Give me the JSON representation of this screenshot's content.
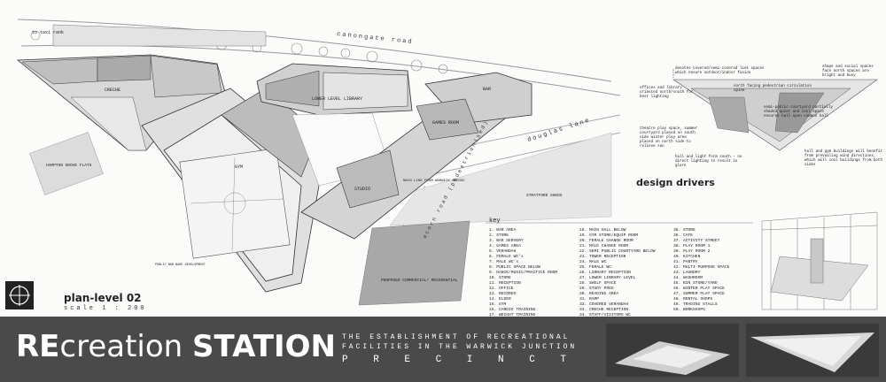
{
  "roads": {
    "canongate": "canongate road",
    "douglas": "douglas lane",
    "acorn": "acorn road (pedestrianised)"
  },
  "plan_labels": {
    "to_taxi_rank": "to taxi rank",
    "hampton_grove": "HAMPTON GROVE FLATS",
    "gym": "GYM",
    "lower_library": "LOWER LEVEL LIBRARY",
    "bar": "BAR",
    "games_room": "GAMES ROOM",
    "studio": "STUDIO",
    "creche": "CRECHE",
    "stratford": "STRATFORD SHEDS",
    "proposed": "PROPOSED COMMERCIAL/ RESIDENTIAL",
    "main_link": "MAIN LINK FROM WARWICK AVENUE",
    "public_bar": "PUBLIC BAR BASE DEVELOPMENT"
  },
  "plan": {
    "title": "plan-level 02",
    "scale": "scale 1 : 200"
  },
  "design_drivers": {
    "title": "design drivers",
    "notes": [
      "denotes covered/semi-covered link spaces which ensure outdoor/indoor fusion",
      "offices and library oriented north/south for best lighting",
      "theatre play space, summer courtyard placed on south side winter play area placed on north side to relieve sun",
      "semi-public courtyard partially shaded quiet and cool space ensures hall open common hall",
      "hall and light form south - no direct lighting to result in glare",
      "shape and social spaces face north spaces are bright and busy",
      "hall and gym buildings will benefit from prevailing wind directions, which will cool buildings from both sides",
      "north facing pedestrian circulation spine"
    ]
  },
  "key": {
    "title": "key",
    "col1": [
      "1. BAR AREA",
      "2. STORE",
      "3. BAR SERVERY",
      "4. GAMES AREA",
      "5. VERANDAH",
      "6. FEMALE WC's",
      "7. MALE WC's",
      "8. PUBLIC SPACE BELOW",
      "9. DANCE/MUSIC/PRACTICE ROOM",
      "10. STORE",
      "11. RECEPTION",
      "12. OFFICE",
      "13. RECORDS",
      "14. ELDER",
      "15. GYM",
      "16. CARDIO TRAINING",
      "17. WEIGHT TRAINING"
    ],
    "col2": [
      "18. MAIN HALL BELOW",
      "19. GYM STORE/EQUIP ROOM",
      "20. FEMALE CHANGE ROOM",
      "21. MALE CHANGE ROOM",
      "22. SEMI PUBLIC COURTYARD BELOW",
      "23. TOWER RECEPTION",
      "24. MALE WC",
      "25. FEMALE WC",
      "26. LIBRARY RECEPTION",
      "27. LOWER LIBRARY LEVEL",
      "28. SHELF SPACE",
      "29. STUDY PODS",
      "30. READING AREA",
      "31. RAMP",
      "32. COVERED VERANDAH",
      "33. CRECHE RECEPTION",
      "34. STAFF/VISITORS WC"
    ],
    "col3": [
      "35. STORE",
      "36. CAFE",
      "37. ACTIVITY STREET",
      "38. PLAY ROOM 1",
      "39. PLAY ROOM 2",
      "40. KITCHEN",
      "41. PANTRY",
      "42. MULTI-PURPOSE SPACE",
      "43. LAUNDRY",
      "44. WASHROOM",
      "45. BIN STORE/YARD",
      "46. WINTER PLAY SPACE",
      "47. SUMMER PLAY SPACE",
      "48. RENTAL SHOPS",
      "49. TRADING STALLS",
      "50. WORKSHOPS"
    ]
  },
  "footer": {
    "title_re": "RE",
    "title_creation": "creation ",
    "title_station": "STATION",
    "subtitle_1": "THE ESTABLISHMENT OF RECREATIONAL",
    "subtitle_2": "FACILITIES IN THE WARWICK JUNCTION",
    "subtitle_3": "P R E C I N C T"
  }
}
